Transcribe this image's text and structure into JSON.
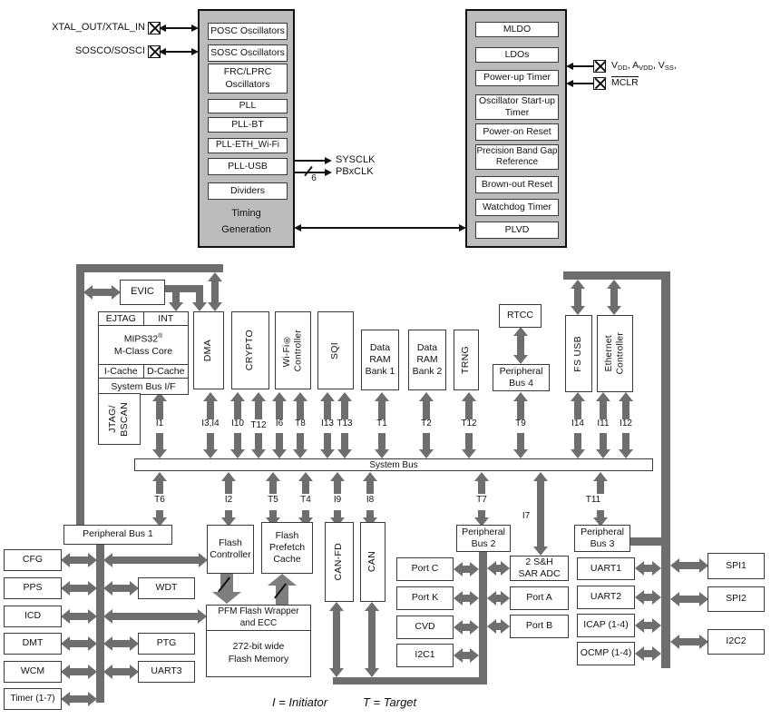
{
  "colors": {
    "arrow_gray": "#6e6e6e",
    "big_arrow_gray": "#7e7e7e",
    "block_fill": "#bcbcbc",
    "line_black": "#111111",
    "box_border": "#3a3a3a",
    "background": "#ffffff"
  },
  "top": {
    "xtal_label": "XTAL_OUT/XTAL_IN",
    "sosc_label": "SOSCO/SOSCI",
    "sysclk": "SYSCLK",
    "pbxclk": "PBxCLK",
    "bus_width": "6",
    "timing": {
      "items": [
        "POSC Oscillators",
        "SOSC Oscillators",
        "FRC/LPRC\nOscillators",
        "PLL",
        "PLL-BT",
        "PLL-ETH_Wi-Fi",
        "PLL-USB",
        "Dividers"
      ],
      "title": "Timing\nGeneration"
    },
    "power": {
      "items": [
        "MLDO",
        "LDOs",
        "Power-up Timer",
        "Oscillator Start-up\nTimer",
        "Power-on Reset",
        "Precision Band Gap\nReference",
        "Brown-out Reset",
        "Watchdog Timer",
        "PLVD"
      ]
    },
    "supply_parts": [
      "V",
      "DD",
      ", A",
      "VDD",
      ", V",
      "SS",
      ","
    ],
    "mclr": "MCLR"
  },
  "core": {
    "evic": "EVIC",
    "ejtag": "EJTAG",
    "int": "INT",
    "mips_name": "MIPS32",
    "mips_reg": "®",
    "mips_line2": "M-Class Core",
    "icache": "I-Cache",
    "dcache": "D-Cache",
    "sysbus_if": "System Bus I/F",
    "jtag": "JTAG/\nBSCAN"
  },
  "blocks": {
    "dma": "DMA",
    "crypto": "CRYPTO",
    "wifi": "Wi-Fi®\nController",
    "sqi": "SQI",
    "ram1": "Data\nRAM\nBank 1",
    "ram2": "Data\nRAM\nBank 2",
    "trng": "TRNG",
    "rtcc": "RTCC",
    "pb4": "Peripheral\nBus 4",
    "fsusb": "FS USB",
    "eth": "Ethernet\nController"
  },
  "system_bus_label": "System Bus",
  "bus_labels_top": [
    "I1",
    "I3,I4",
    "I10",
    "T12",
    "I6",
    "T8",
    "I13",
    "T13",
    "T1",
    "T2",
    "T12",
    "T9",
    "I14",
    "I11",
    "I12"
  ],
  "bus_labels_bottom": [
    "T6",
    "I2",
    "T5",
    "T4",
    "I9",
    "I8",
    "T7",
    "I7",
    "T11"
  ],
  "periph": {
    "pb1": "Peripheral Bus 1",
    "flash_ctrl": "Flash\nController",
    "prefetch": "Flash\nPrefetch\nCache",
    "canfd": "CAN-FD",
    "can": "CAN",
    "pb2": "Peripheral\nBus 2",
    "pb3": "Peripheral\nBus 3",
    "pfm": "PFM Flash Wrapper\nand ECC",
    "flash_mem": "272-bit wide\nFlash Memory",
    "cfg": "CFG",
    "pps": "PPS",
    "icd": "ICD",
    "dmt": "DMT",
    "wcm": "WCM",
    "timer": "Timer (1-7)",
    "wdt": "WDT",
    "ptg": "PTG",
    "uart3": "UART3",
    "portc": "Port C",
    "portk": "Port K",
    "cvd": "CVD",
    "i2c1": "I2C1",
    "sar": "2 S&H\nSAR ADC",
    "porta": "Port A",
    "portb": "Port B",
    "uart1": "UART1",
    "uart2": "UART2",
    "icap": "ICAP (1-4)",
    "ocmp": "OCMP (1-4)",
    "spi1": "SPI1",
    "spi2": "SPI2",
    "i2c2": "I2C2"
  },
  "legend": {
    "initiator": "I = Initiator",
    "target": "T = Target"
  }
}
